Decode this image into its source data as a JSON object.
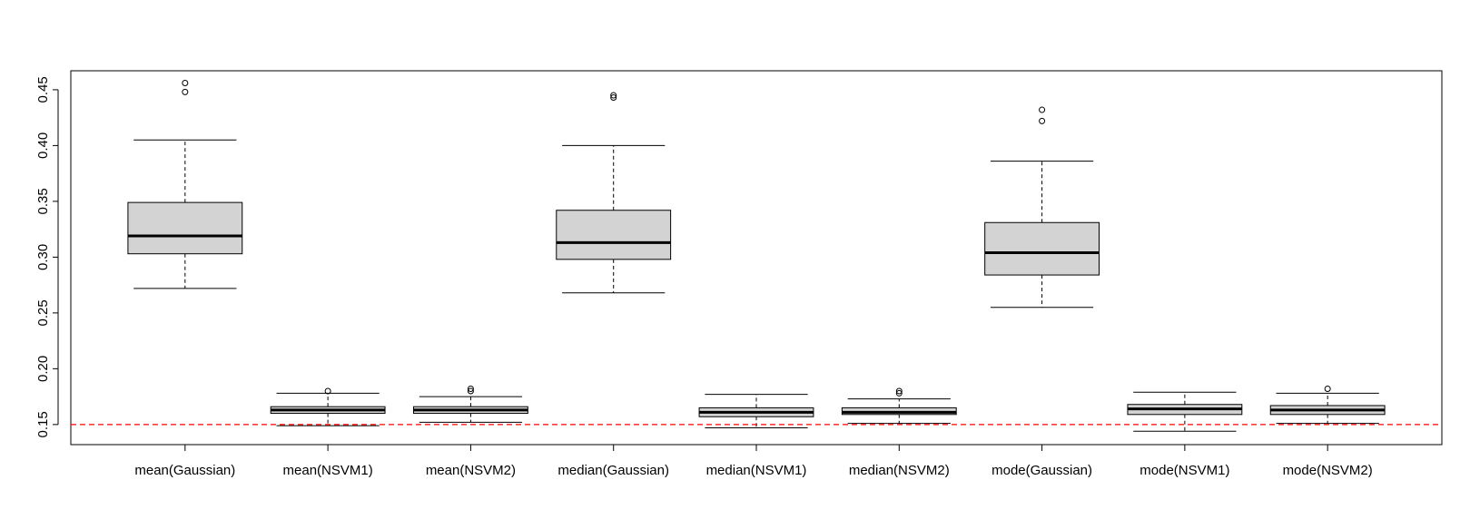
{
  "chart_data": {
    "type": "boxplot",
    "title": "",
    "xlabel": "",
    "ylabel": "",
    "ylim": [
      0.132,
      0.467
    ],
    "yticks": [
      0.15,
      0.2,
      0.25,
      0.3,
      0.35,
      0.4,
      0.45
    ],
    "ytick_labels": [
      "0.15",
      "0.20",
      "0.25",
      "0.30",
      "0.35",
      "0.40",
      "0.45"
    ],
    "categories": [
      "mean(Gaussian)",
      "mean(NSVM1)",
      "mean(NSVM2)",
      "median(Gaussian)",
      "median(NSVM1)",
      "median(NSVM2)",
      "mode(Gaussian)",
      "mode(NSVM1)",
      "mode(NSVM2)"
    ],
    "boxes": [
      {
        "whisker_low": 0.272,
        "q1": 0.303,
        "median": 0.319,
        "q3": 0.349,
        "whisker_high": 0.405,
        "outliers": [
          0.448,
          0.456
        ]
      },
      {
        "whisker_low": 0.149,
        "q1": 0.16,
        "median": 0.163,
        "q3": 0.166,
        "whisker_high": 0.178,
        "outliers": [
          0.18
        ]
      },
      {
        "whisker_low": 0.152,
        "q1": 0.16,
        "median": 0.163,
        "q3": 0.166,
        "whisker_high": 0.175,
        "outliers": [
          0.18,
          0.182
        ]
      },
      {
        "whisker_low": 0.268,
        "q1": 0.298,
        "median": 0.313,
        "q3": 0.342,
        "whisker_high": 0.4,
        "outliers": [
          0.443,
          0.445
        ]
      },
      {
        "whisker_low": 0.147,
        "q1": 0.157,
        "median": 0.161,
        "q3": 0.165,
        "whisker_high": 0.177,
        "outliers": []
      },
      {
        "whisker_low": 0.151,
        "q1": 0.159,
        "median": 0.161,
        "q3": 0.165,
        "whisker_high": 0.173,
        "outliers": [
          0.178,
          0.18
        ]
      },
      {
        "whisker_low": 0.255,
        "q1": 0.284,
        "median": 0.304,
        "q3": 0.331,
        "whisker_high": 0.386,
        "outliers": [
          0.422,
          0.432
        ]
      },
      {
        "whisker_low": 0.144,
        "q1": 0.159,
        "median": 0.164,
        "q3": 0.168,
        "whisker_high": 0.179,
        "outliers": []
      },
      {
        "whisker_low": 0.151,
        "q1": 0.159,
        "median": 0.163,
        "q3": 0.167,
        "whisker_high": 0.178,
        "outliers": [
          0.182
        ]
      }
    ],
    "reference_line": {
      "y": 0.15,
      "color": "#ff0000",
      "style": "dashed"
    },
    "box_fill": "#d3d3d3",
    "grid": false,
    "legend": "none"
  }
}
